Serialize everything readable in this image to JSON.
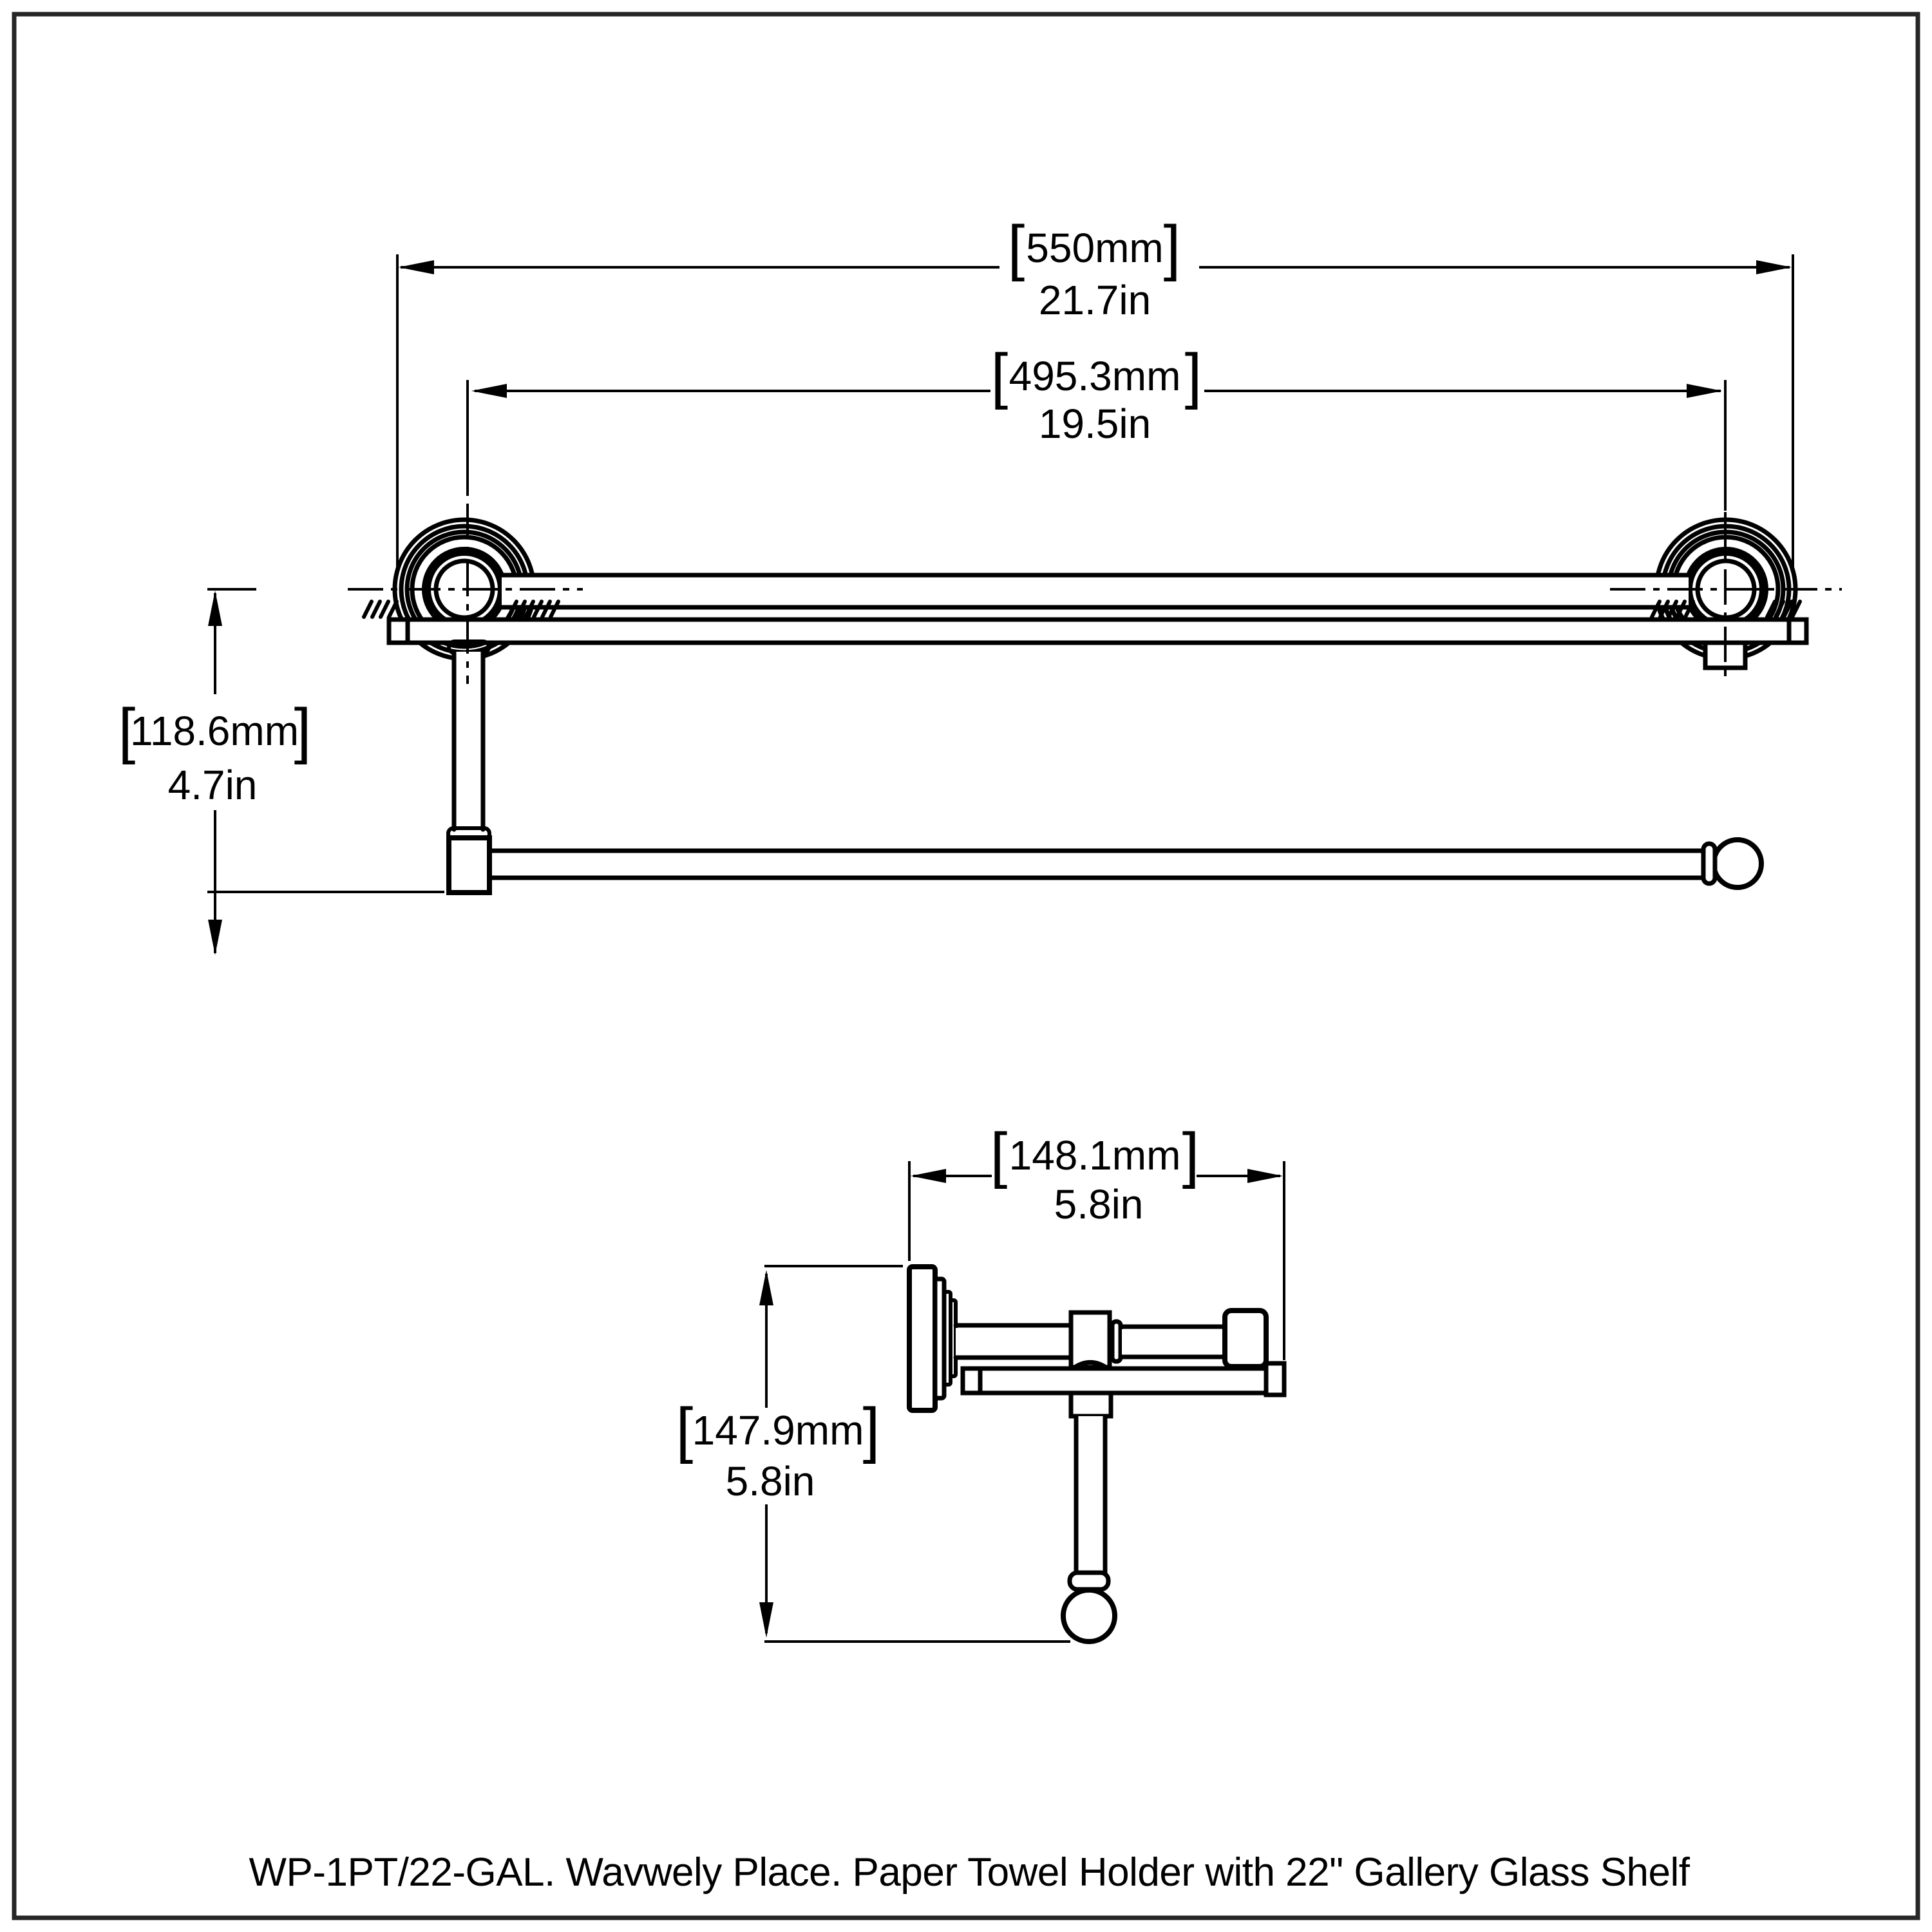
{
  "symbols": {
    "lbracket": "[",
    "rbracket": "]"
  },
  "front_view": {
    "dim_outer": {
      "mm": "550mm",
      "in": "21.7in"
    },
    "dim_centers": {
      "mm": "495.3mm",
      "in": "19.5in"
    },
    "dim_drop": {
      "mm": "118.6mm",
      "in": "4.7in"
    }
  },
  "side_view": {
    "dim_depth": {
      "mm": "148.1mm",
      "in": "5.8in"
    },
    "dim_height": {
      "mm": "147.9mm",
      "in": "5.8in"
    }
  },
  "caption": "WP-1PT/22-GAL. Wavwely Place. Paper Towel Holder with 22\" Gallery Glass Shelf",
  "colors": {
    "line": "#000000",
    "frame": "#262626",
    "background": "#ffffff"
  }
}
